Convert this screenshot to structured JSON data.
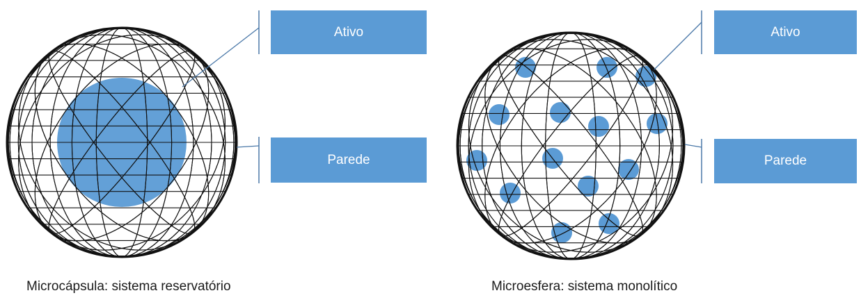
{
  "colors": {
    "accent": "#5b9bd5",
    "box_text": "#ffffff",
    "outline": "#111111",
    "leader": "#4a78a8"
  },
  "left_diagram": {
    "active_label": "Ativo",
    "wall_label": "Parede",
    "caption": "Microcápsula: sistema reservatório"
  },
  "right_diagram": {
    "active_label": "Ativo",
    "wall_label": "Parede",
    "caption": "Microesfera: sistema monolítico"
  }
}
